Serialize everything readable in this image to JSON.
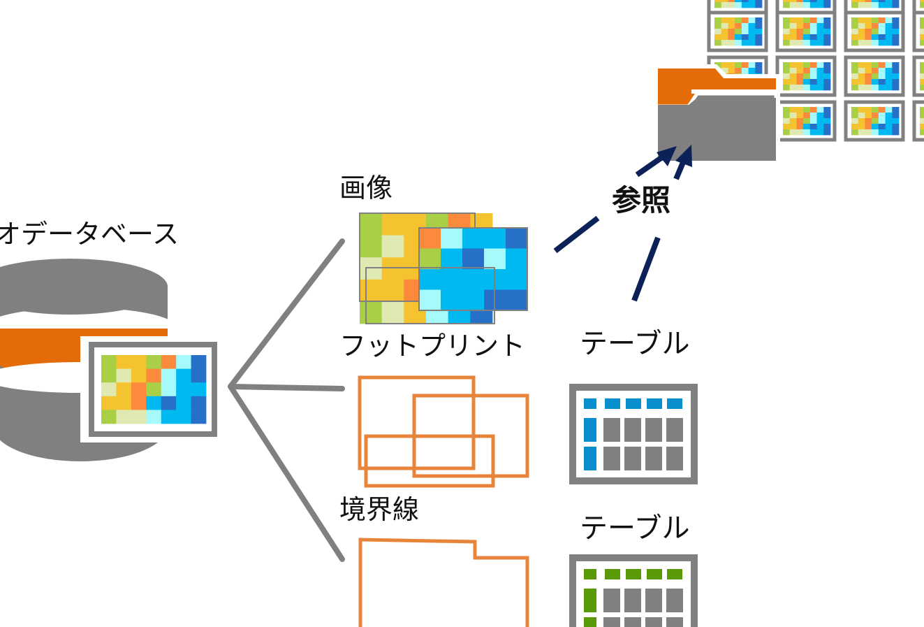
{
  "labels": {
    "database": "オデータベース",
    "image": "画像",
    "footprint": "フットプリント",
    "boundary": "境界線",
    "table_1": "テーブル",
    "table_2": "テーブル",
    "reference": "参照"
  },
  "colors": {
    "gray": "#808080",
    "orange": "#e36c09",
    "footprint_orange": "#e8843a",
    "arrow_navy": "#0b2158",
    "table_header_blue": "#0a8fce",
    "table_header_green": "#5a9a08",
    "raster_palette": [
      "#a8cf45",
      "#f6c330",
      "#fb8a3d",
      "#dfe9b1",
      "#a6fafb",
      "#00b9f0",
      "#2670c8"
    ]
  },
  "icons": [
    "database-icon",
    "raster-image-icon",
    "folder-icon",
    "table-icon"
  ]
}
